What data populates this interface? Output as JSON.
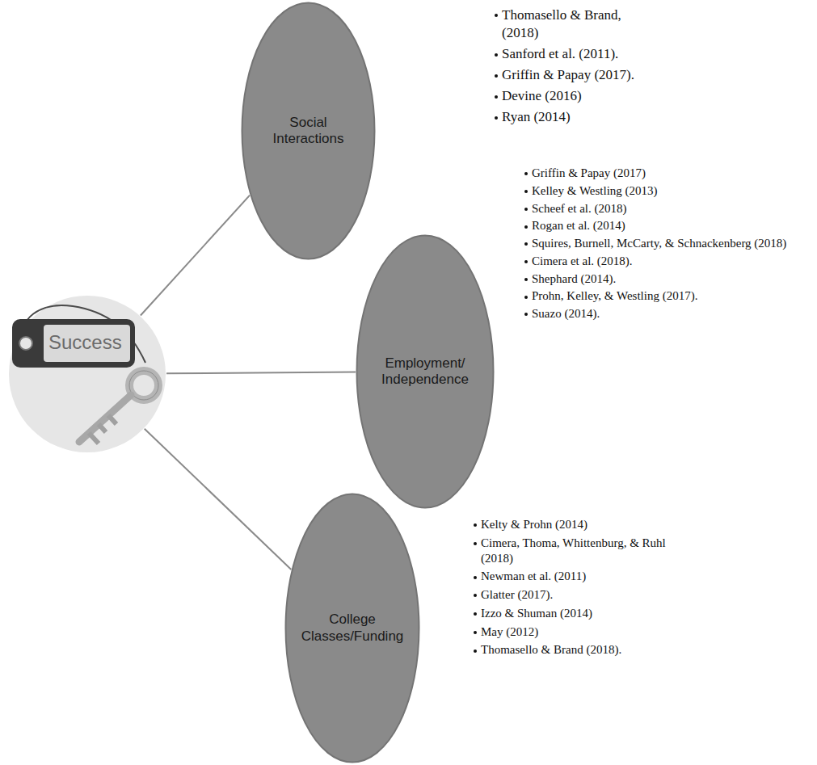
{
  "diagram": {
    "nodes": [
      {
        "text": [
          "Success"
        ]
      },
      {
        "text": [
          "Social Interactions"
        ]
      },
      {
        "text": [
          "Employment/ Independence"
        ]
      },
      {
        "text": [
          "College Classes/Funding"
        ]
      }
    ],
    "edges": [
      {
        "from": 0,
        "to": 1,
        "arrow": "none"
      },
      {
        "from": 0,
        "to": 2,
        "arrow": "none"
      },
      {
        "from": 0,
        "to": 3,
        "arrow": "none"
      }
    ],
    "labels": [
      "Thomasello & Brand, (2018)",
      "Sanford et al. (2011).",
      "Griffin & Papay (2017).",
      "Devine (2016)",
      "Ryan (2014)",
      "Griffin & Papay (2017)",
      "Kelley & Westling (2013)",
      "Scheef et al. (2018)",
      "Rogan et al. (2014)",
      "Squires, Burnell, McCarty, & Schnackenberg (2018)",
      "Cimera et al. (2018).",
      "Shephard (2014).",
      "Prohn, Kelley, & Westling (2017).",
      "Suazo (2014).",
      "Kelty & Prohn (2014)",
      "Cimera, Thoma, Whittenburg, & Ruhl (2018)",
      "Newman et al. (2011)",
      "Glatter (2017).",
      "Izzo & Shuman (2014)",
      "May (2012)",
      "Thomasello & Brand (2018)."
    ]
  }
}
